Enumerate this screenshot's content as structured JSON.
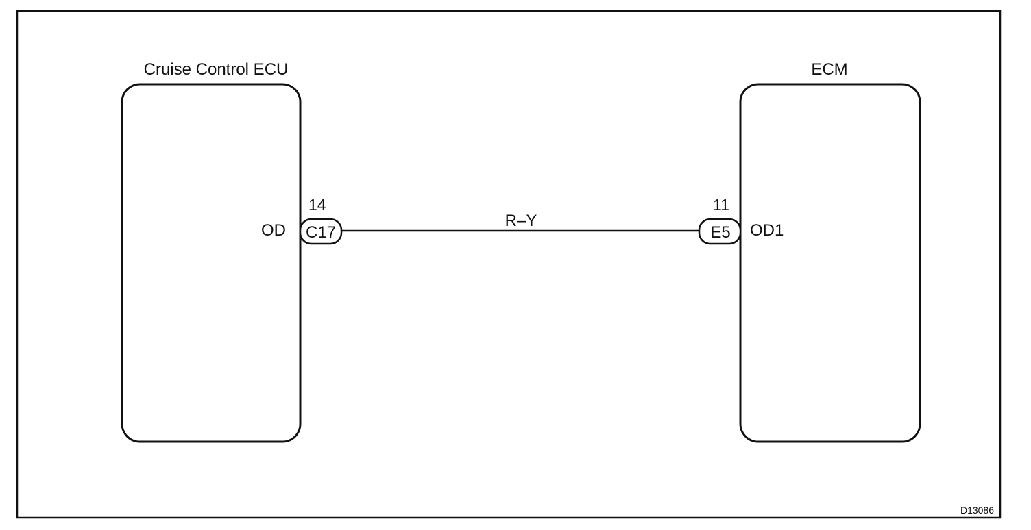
{
  "left_unit": {
    "title": "Cruise Control ECU",
    "pin_name": "OD",
    "pin_number": "14",
    "connector": "C17"
  },
  "right_unit": {
    "title": "ECM",
    "pin_name": "OD1",
    "pin_number": "11",
    "connector": "E5"
  },
  "wire": {
    "color_code": "R–Y"
  },
  "figure_id": "D13086"
}
